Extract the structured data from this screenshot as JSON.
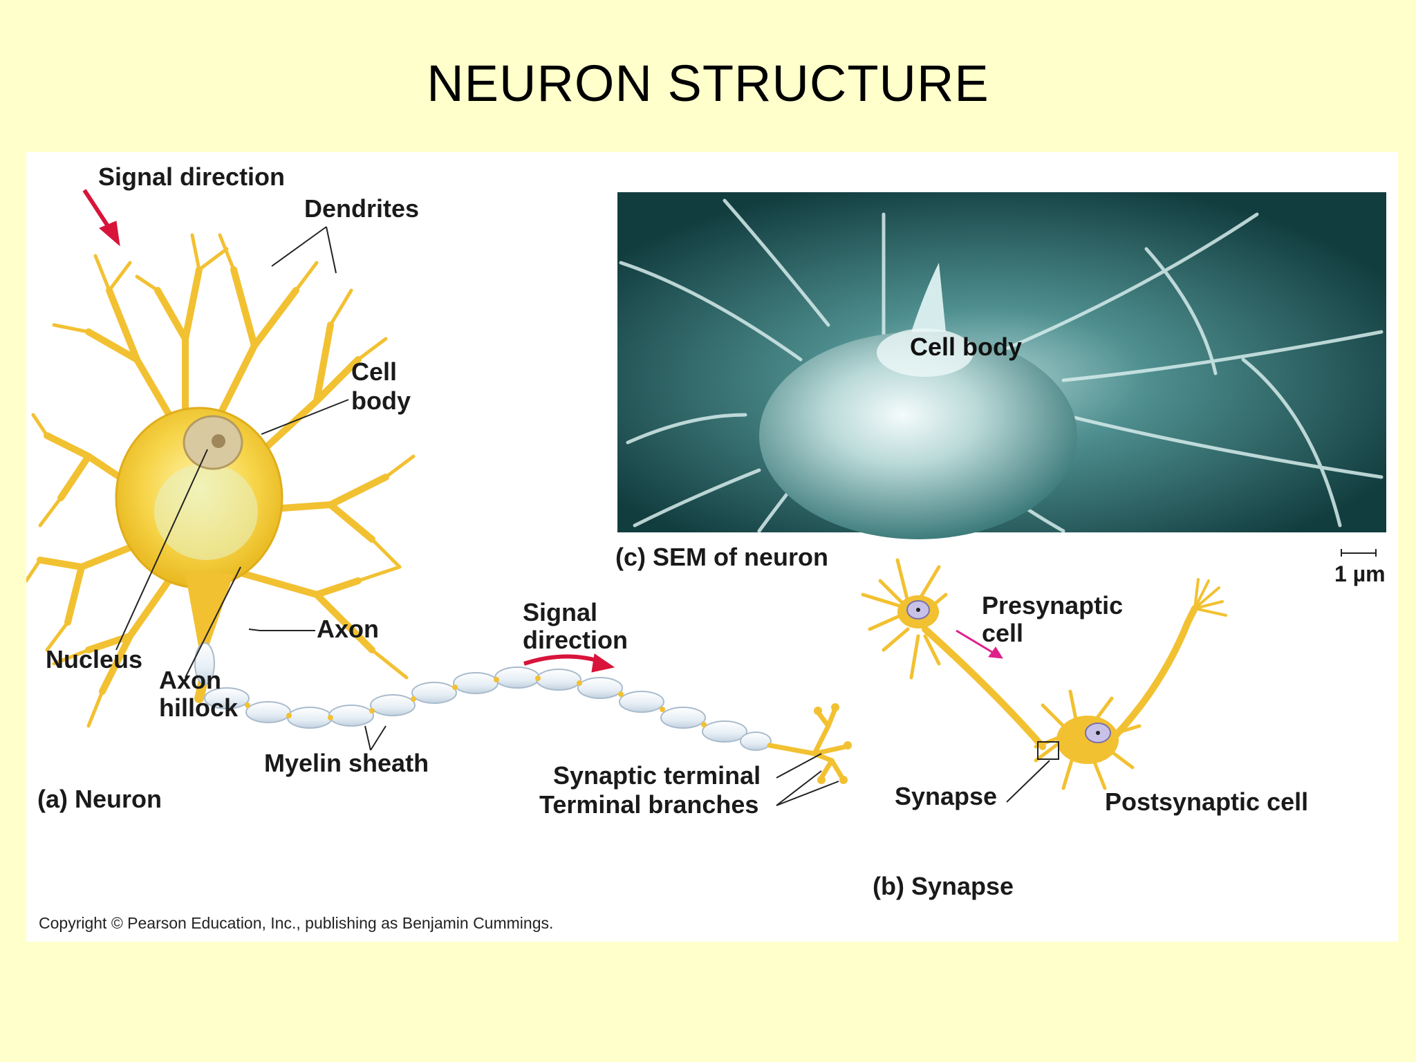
{
  "title": "NEURON STRUCTURE",
  "neuron": {
    "signal_direction_top": "Signal direction",
    "dendrites": "Dendrites",
    "cell_body_line1": "Cell",
    "cell_body_line2": "body",
    "axon": "Axon",
    "nucleus": "Nucleus",
    "axon_hillock_line1": "Axon",
    "axon_hillock_line2": "hillock",
    "myelin_sheath": "Myelin sheath",
    "signal_direction_mid_line1": "Signal",
    "signal_direction_mid_line2": "direction",
    "synaptic_terminal": "Synaptic terminal",
    "terminal_branches": "Terminal branches",
    "caption": "(a) Neuron"
  },
  "sem": {
    "cell_body": "Cell body",
    "caption": "(c) SEM of neuron",
    "scale_label": "1 µm"
  },
  "synapse": {
    "presynaptic_line1": "Presynaptic",
    "presynaptic_line2": "cell",
    "synapse": "Synapse",
    "postsynaptic": "Postsynaptic cell",
    "caption": "(b) Synapse"
  },
  "copyright": "Copyright © Pearson Education, Inc., publishing as Benjamin Cummings.",
  "colors": {
    "background": "#ffffcc",
    "neuron_yellow": "#f5c842",
    "arrow_red": "#d8143a",
    "sem_teal": "#2f6e6e"
  }
}
